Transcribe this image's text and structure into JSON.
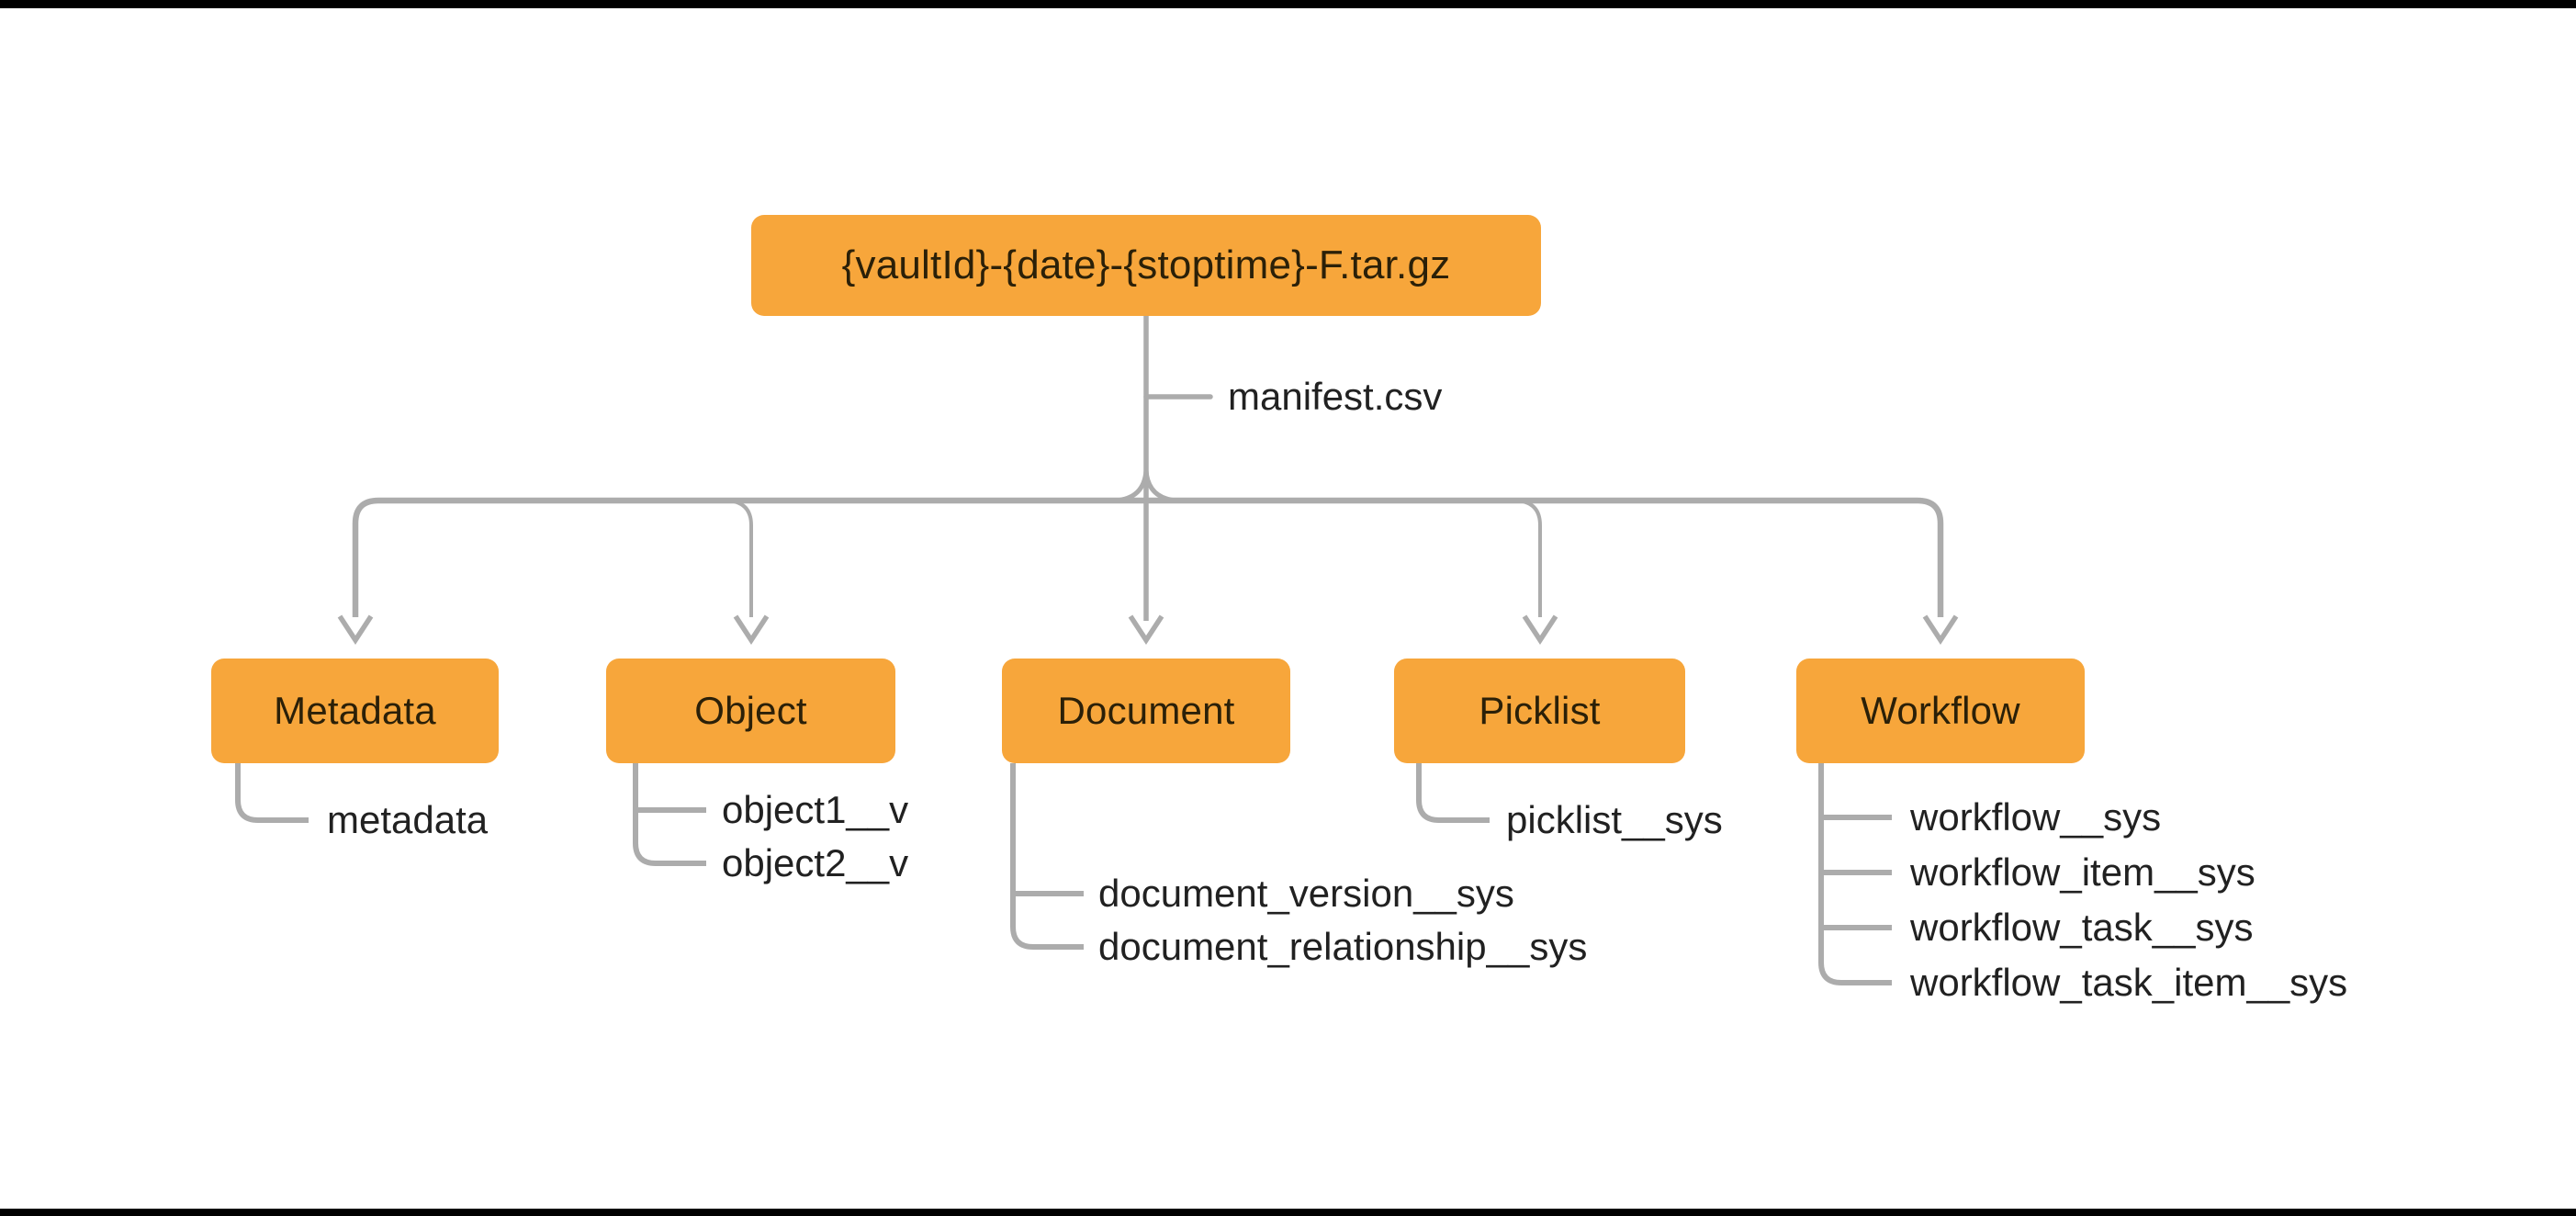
{
  "colors": {
    "box_fill": "#F7A63B",
    "box_text": "#2B2008",
    "line_gray": "#ACACAC",
    "leaf_text": "#212121",
    "frame": "#000000"
  },
  "root": {
    "label": "{vaultId}-{date}-{stoptime}-F.tar.gz"
  },
  "manifest": {
    "label": "manifest.csv"
  },
  "groups": [
    {
      "label": "Metadata",
      "leaves": [
        "metadata"
      ]
    },
    {
      "label": "Object",
      "leaves": [
        "object1__v",
        "object2__v"
      ]
    },
    {
      "label": "Document",
      "leaves": [
        "document_version__sys",
        "document_relationship__sys"
      ]
    },
    {
      "label": "Picklist",
      "leaves": [
        "picklist__sys"
      ]
    },
    {
      "label": "Workflow",
      "leaves": [
        "workflow__sys",
        "workflow_item__sys",
        "workflow_task__sys",
        "workflow_task_item__sys"
      ]
    }
  ]
}
